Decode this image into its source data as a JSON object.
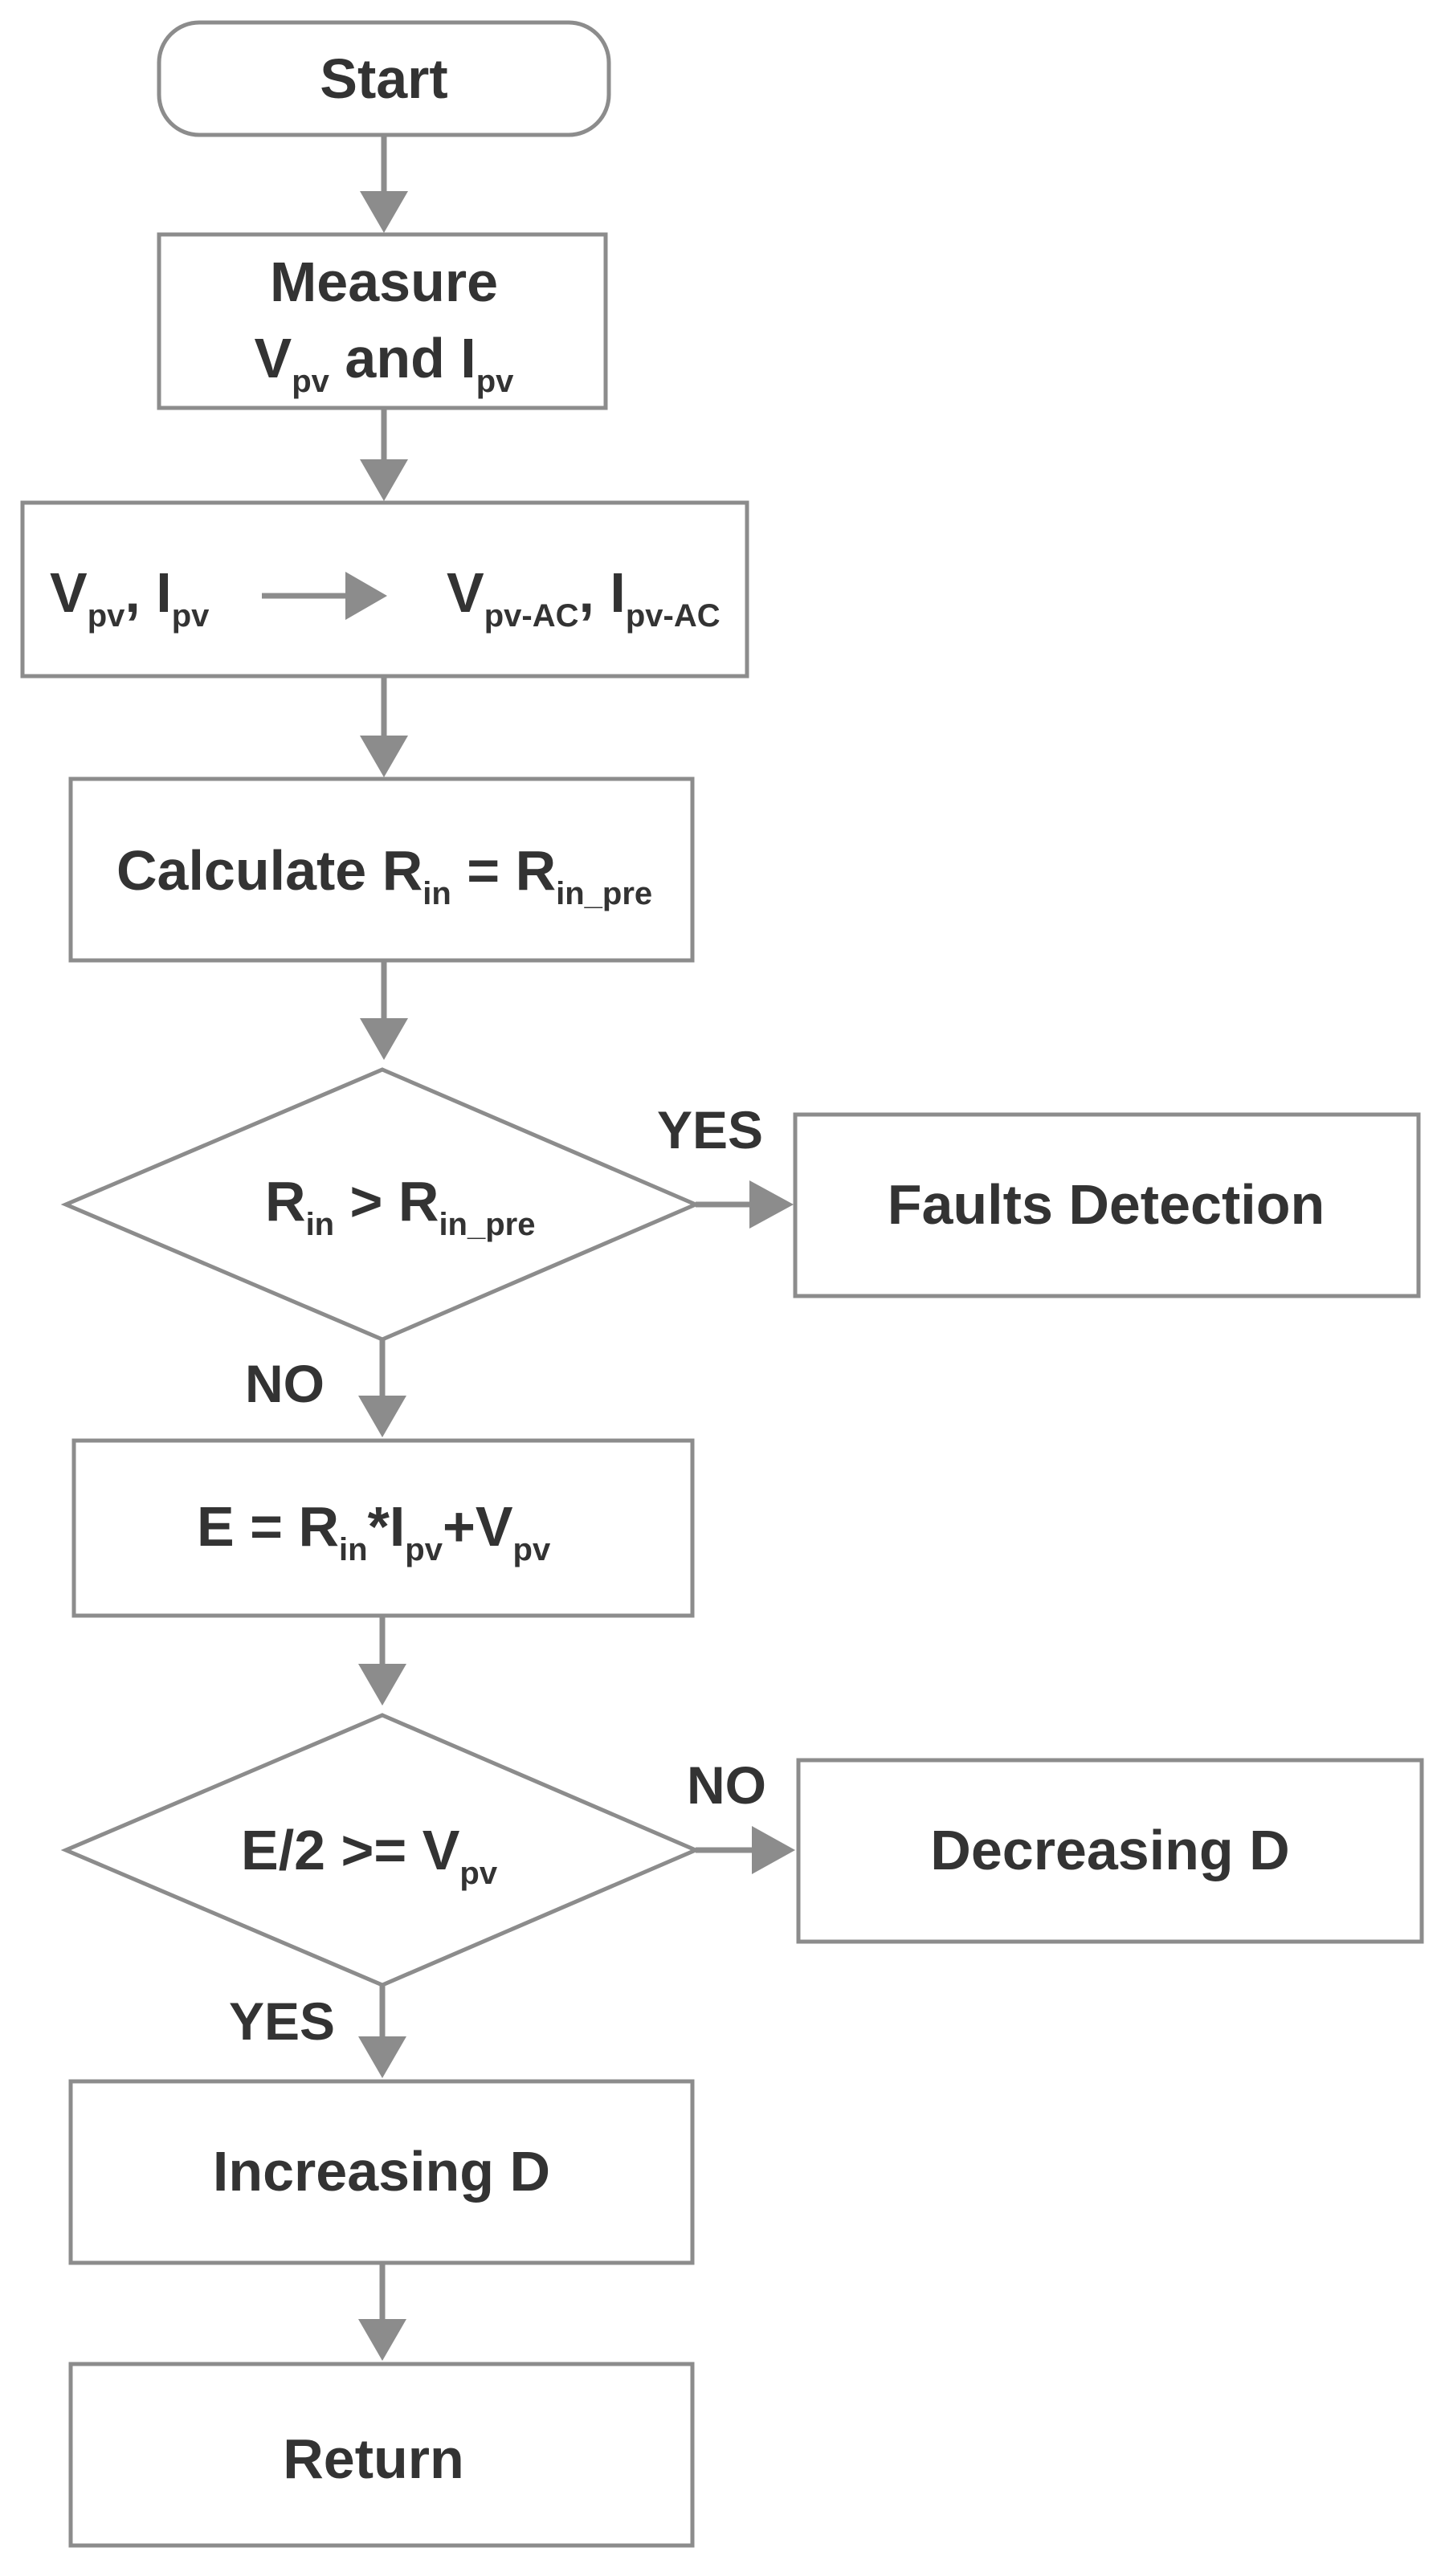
{
  "diagram": {
    "start": "Start",
    "measure": {
      "line1": "Measure",
      "v": "V",
      "v_sub": "pv",
      "and": " and ",
      "i": "I",
      "i_sub": "pv"
    },
    "convert": {
      "v": "V",
      "v_sub": "pv",
      "comma": ", ",
      "i": "I",
      "i_sub": "pv",
      "v2": "V",
      "v2_sub": "pv-AC",
      "comma2": ", ",
      "i2": "I",
      "i2_sub": "pv-AC"
    },
    "calculate": {
      "text": "Calculate R",
      "r_sub": "in",
      "eq": " = R",
      "r2_sub": "in_pre"
    },
    "decision1": {
      "r": "R",
      "r_sub": "in",
      "gt": " > R",
      "r2_sub": "in_pre"
    },
    "yes_label_1": "YES",
    "no_label_1": "NO",
    "faults": "Faults Detection",
    "energy": {
      "e": "E = R",
      "r_sub": "in",
      "star": "*I",
      "i_sub": "pv",
      "plus": "+V",
      "v_sub": "pv"
    },
    "decision2": {
      "text": "E/2 >= V",
      "v_sub": "pv"
    },
    "no_label_2": "NO",
    "yes_label_2": "YES",
    "decreasing": "Decreasing D",
    "increasing": "Increasing D",
    "return": "Return"
  },
  "colors": {
    "stroke": "#8c8c8c",
    "text": "#333333"
  }
}
